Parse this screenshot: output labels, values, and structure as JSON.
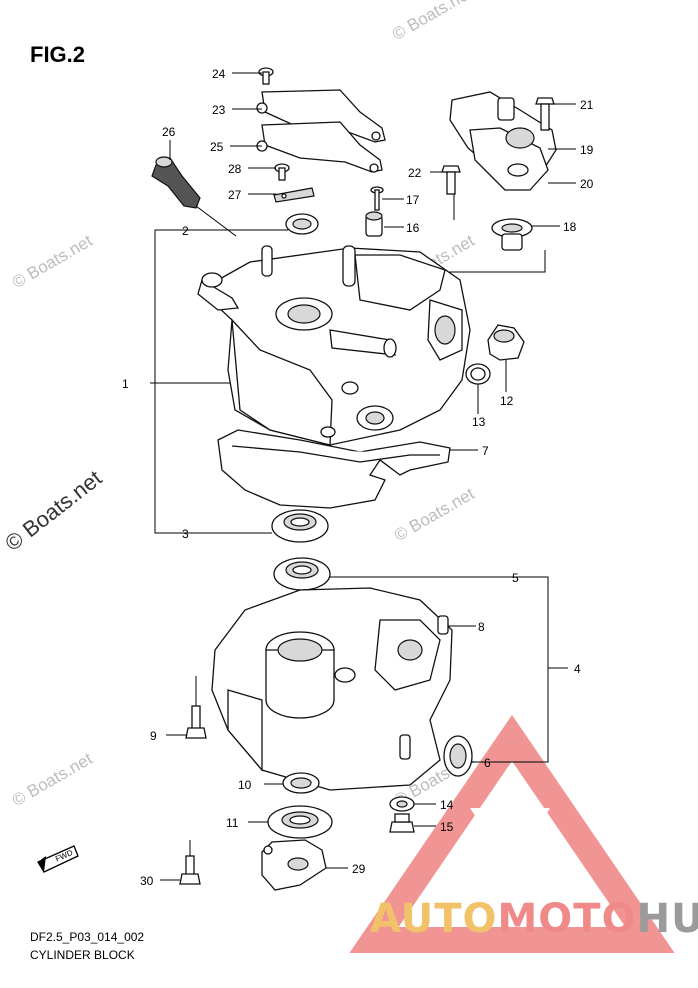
{
  "figure": {
    "title": "FIG.2",
    "code": "DF2.5_P03_014_002",
    "name": "CYLINDER BLOCK"
  },
  "watermark": {
    "text": "© Boats.net",
    "color": "#bcbcbc"
  },
  "brand": {
    "part1": "AUTO",
    "part2": "MOTO",
    "part3": "HUB",
    "colors": {
      "auto": "#f2c26a",
      "moto": "#f08a88",
      "hub": "#9b9b9b",
      "triangle": "#f08a88"
    }
  },
  "fwd_label": "FWD",
  "callouts": [
    {
      "id": "c1",
      "label": "1"
    },
    {
      "id": "c2",
      "label": "2"
    },
    {
      "id": "c3",
      "label": "3"
    },
    {
      "id": "c4",
      "label": "4"
    },
    {
      "id": "c5",
      "label": "5"
    },
    {
      "id": "c6",
      "label": "6"
    },
    {
      "id": "c7",
      "label": "7"
    },
    {
      "id": "c8",
      "label": "8"
    },
    {
      "id": "c9",
      "label": "9"
    },
    {
      "id": "c10",
      "label": "10"
    },
    {
      "id": "c11",
      "label": "11"
    },
    {
      "id": "c12",
      "label": "12"
    },
    {
      "id": "c13",
      "label": "13"
    },
    {
      "id": "c14",
      "label": "14"
    },
    {
      "id": "c15",
      "label": "15"
    },
    {
      "id": "c16",
      "label": "16"
    },
    {
      "id": "c17",
      "label": "17"
    },
    {
      "id": "c18",
      "label": "18"
    },
    {
      "id": "c19",
      "label": "19"
    },
    {
      "id": "c20",
      "label": "20"
    },
    {
      "id": "c21",
      "label": "21"
    },
    {
      "id": "c22",
      "label": "22"
    },
    {
      "id": "c23",
      "label": "23"
    },
    {
      "id": "c24",
      "label": "24"
    },
    {
      "id": "c25",
      "label": "25"
    },
    {
      "id": "c26",
      "label": "26"
    },
    {
      "id": "c27",
      "label": "27"
    },
    {
      "id": "c28",
      "label": "28"
    },
    {
      "id": "c29",
      "label": "29"
    },
    {
      "id": "c30",
      "label": "30"
    }
  ]
}
